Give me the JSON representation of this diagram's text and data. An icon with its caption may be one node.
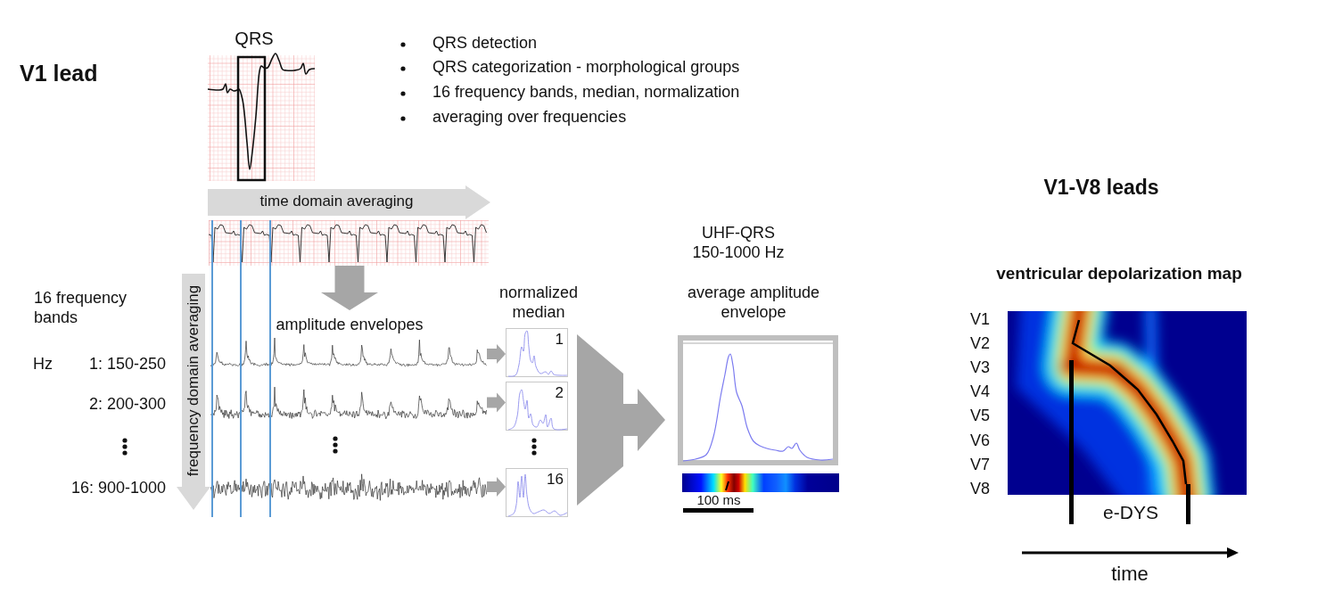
{
  "diagram": {
    "nodes": [
      {
        "text": [
          "time domain averaging"
        ]
      },
      {
        "text": [],
        "shape": "picture"
      },
      {
        "text": [
          "frequency domain averaging"
        ]
      },
      {
        "text": [
          "amplitude envelopes"
        ]
      },
      {
        "text": [],
        "shape": "picture",
        "in": 3
      },
      {
        "text": [],
        "shape": "picture",
        "in": 3
      },
      {
        "text": [],
        "shape": "picture",
        "in": 3
      },
      {
        "text": [
          "1"
        ]
      },
      {
        "text": [
          "2"
        ]
      },
      {
        "text": [
          "16"
        ]
      },
      {
        "text": [
          "average amplitude envelope"
        ]
      }
    ],
    "edges": [
      {
        "from": 1,
        "to": 3,
        "arrow": "to",
        "style": "thick"
      },
      {
        "from": 4,
        "to": 7,
        "arrow": "to",
        "style": "thick"
      },
      {
        "from": 5,
        "to": 8,
        "arrow": "to",
        "style": "thick"
      },
      {
        "from": 6,
        "to": 9,
        "arrow": "to",
        "style": "thick"
      },
      {
        "from": 7,
        "to": 10,
        "arrow": "to",
        "style": "thick"
      },
      {
        "from": 8,
        "to": 10,
        "arrow": "to",
        "style": "thick"
      },
      {
        "from": 9,
        "to": 10,
        "arrow": "to",
        "style": "thick"
      }
    ],
    "labels": [
      "V1 lead",
      "QRS",
      "QRS detection",
      "QRS categorization - morphological groups",
      "16 frequency bands, median, normalization",
      "averaging over frequencies",
      "16 frequency bands",
      "Hz",
      "1: 150-250",
      "2: 200-300",
      "16: 900-1000",
      "normalized median",
      "UHF-QRS 150-1000 Hz",
      "100 ms",
      "V1-V8 leads",
      "ventricular depolarization map",
      "V1",
      "V2",
      "V3",
      "V4",
      "V5",
      "V6",
      "V7",
      "V8",
      "e-DYS",
      "time"
    ]
  }
}
